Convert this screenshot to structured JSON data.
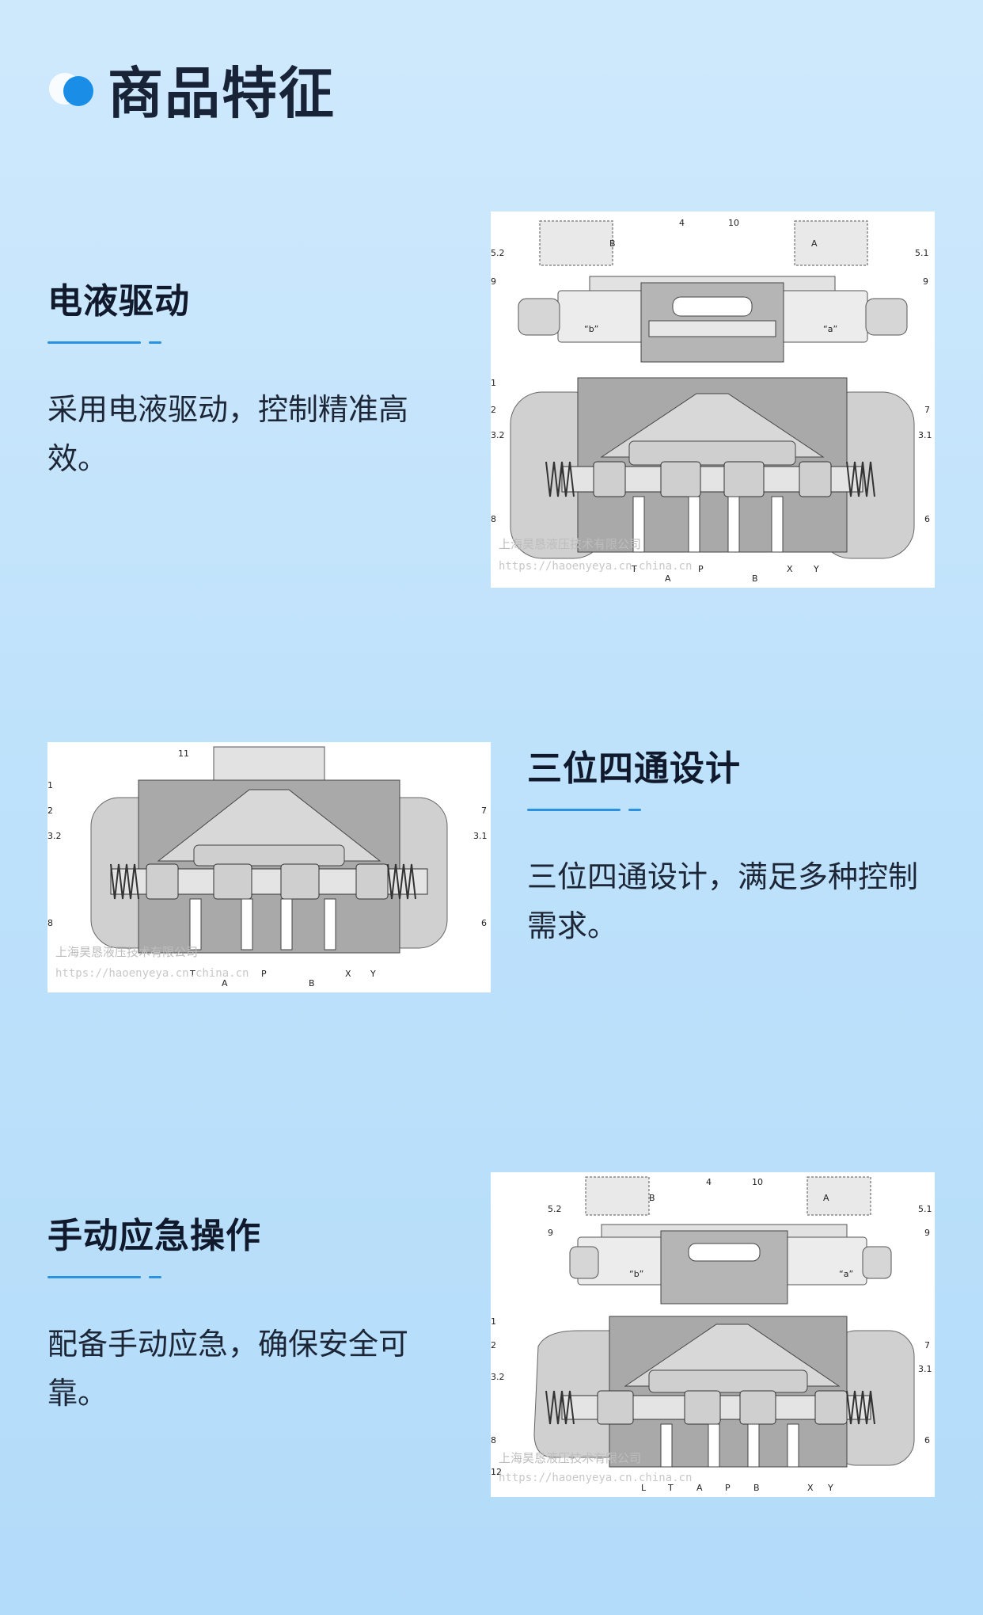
{
  "header": {
    "title": "商品特征"
  },
  "features": [
    {
      "title": "电液驱动",
      "desc": "采用电液驱动，控制精准高效。"
    },
    {
      "title": "三位四通设计",
      "desc": "三位四通设计，满足多种控制需求。"
    },
    {
      "title": "手动应急操作",
      "desc": "配备手动应急，确保安全可靠。"
    }
  ],
  "diagrams": {
    "watermark_company": "上海昊恳液压技术有限公司",
    "watermark_url": "https://haoenyeya.cn.china.cn",
    "d1": {
      "labels": [
        "4",
        "10",
        "5.2",
        "5.1",
        "9",
        "9",
        "1",
        "7",
        "2",
        "3.2",
        "3.1",
        "8",
        "6"
      ],
      "coil_b": "B",
      "coil_a": "A",
      "sol_b": "“b”",
      "sol_a": "“a”",
      "ports": [
        "T",
        "A",
        "P",
        "B",
        "X",
        "Y"
      ]
    },
    "d2": {
      "labels": [
        "11",
        "1",
        "7",
        "2",
        "3.2",
        "3.1",
        "8",
        "6"
      ],
      "ports": [
        "T",
        "A",
        "P",
        "B",
        "X",
        "Y"
      ]
    },
    "d3": {
      "labels": [
        "4",
        "10",
        "5.2",
        "5.1",
        "9",
        "9",
        "1",
        "7",
        "2",
        "3.2",
        "3.1",
        "8",
        "6",
        "12"
      ],
      "coil_b": "B",
      "coil_a": "A",
      "sol_b": "“b”",
      "sol_a": "“a”",
      "ports": [
        "L",
        "T",
        "A",
        "P",
        "B",
        "X",
        "Y"
      ]
    }
  },
  "colors": {
    "accent": "#2b92e2",
    "title": "#182338",
    "body_grey": "#a8a8a8",
    "housing_grey": "#c9c9c9"
  }
}
